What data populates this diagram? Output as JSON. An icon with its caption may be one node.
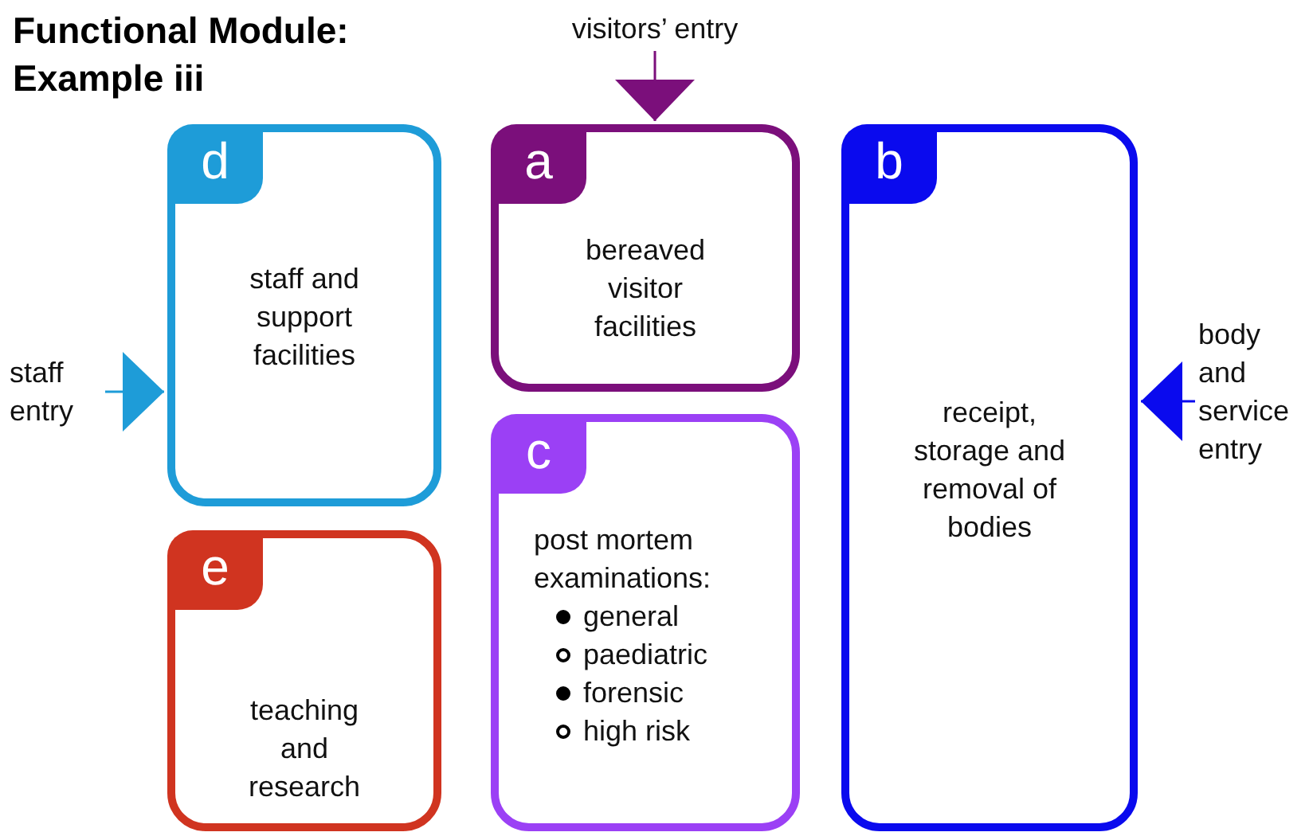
{
  "diagram": {
    "title": "Functional Module: Example iii",
    "nodes": [
      {
        "text": [
          "visitors’ entry"
        ]
      },
      {
        "text": [
          "d",
          "staff and support facilities"
        ]
      },
      {
        "text": [
          "a",
          "bereaved visitor facilities"
        ]
      },
      {
        "text": [
          "b",
          "receipt, storage and removal of bodies"
        ]
      },
      {
        "text": [
          "staff entry"
        ]
      },
      {
        "text": [
          "body and service entry"
        ]
      },
      {
        "text": [
          "c",
          "post mortem examinations:",
          "general",
          "paediatric",
          "forensic",
          "high risk"
        ]
      },
      {
        "text": [
          "e",
          "teaching and research"
        ]
      }
    ],
    "edges": [
      {
        "from": 0,
        "to": 2,
        "arrow": "to",
        "color": "#7b0f7b"
      },
      {
        "from": 4,
        "to": 1,
        "arrow": "to",
        "color": "#1e9cd8"
      },
      {
        "from": 5,
        "to": 3,
        "arrow": "to",
        "color": "#0a0aee"
      }
    ]
  }
}
